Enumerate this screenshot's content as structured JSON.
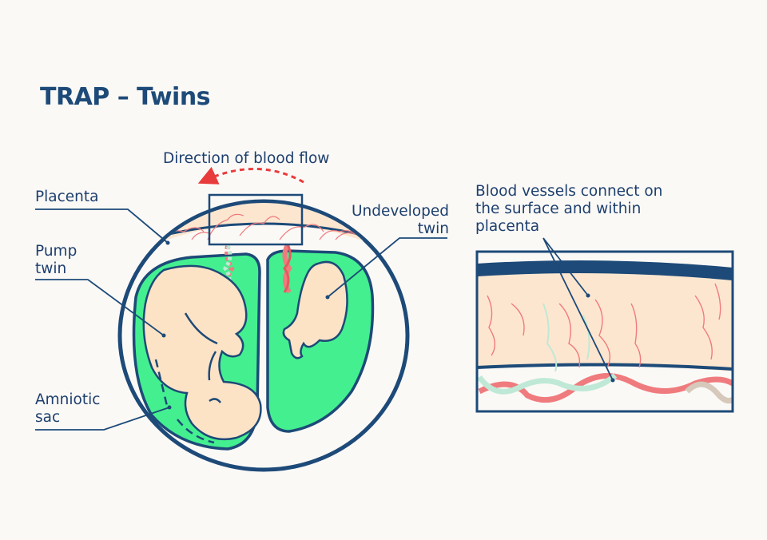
{
  "title": "TRAP – Twins",
  "labels": {
    "direction": "Direction of blood flow",
    "placenta": "Placenta",
    "pump_twin": "Pump twin",
    "undeveloped_twin": "Undeveloped twin",
    "amniotic_sac": "Amniotic sac",
    "blood_vessels": "Blood vessels connect on the surface and within placenta"
  },
  "colors": {
    "navy": "#1d4a78",
    "sac_green": "#44ef8f",
    "placenta_beige": "#fde6cf",
    "skin": "#fde3c6",
    "vessel_red": "#ef7b7e",
    "vessel_mint": "#bfe9d6",
    "arrow_red": "#e83b3b",
    "background": "#fbf9f6"
  }
}
